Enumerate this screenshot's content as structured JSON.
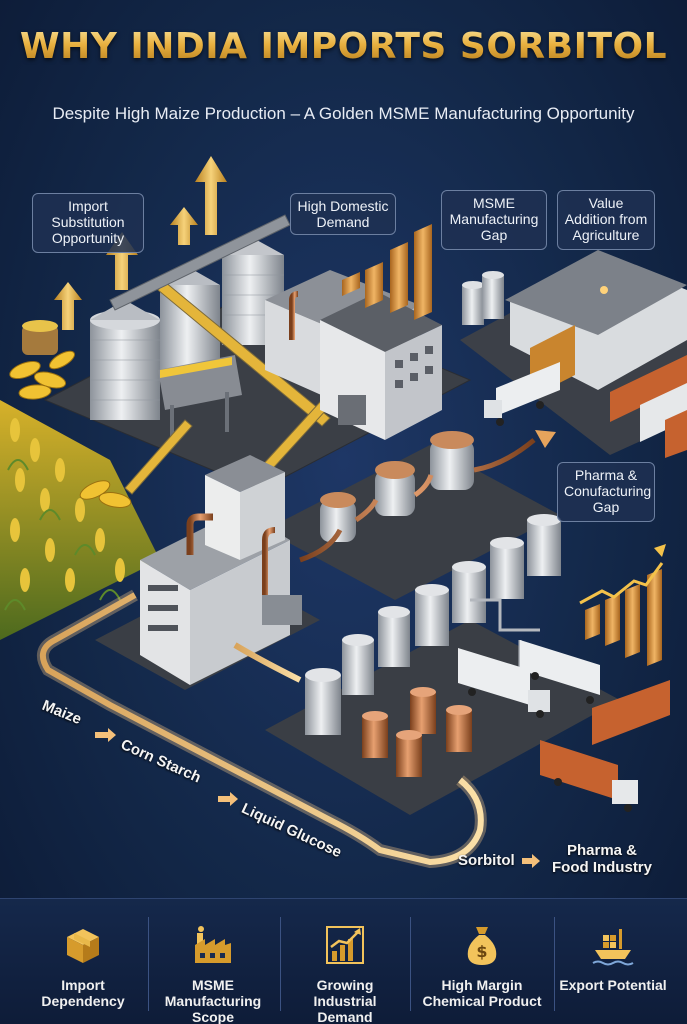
{
  "header": {
    "title": "WHY INDIA IMPORTS SORBITOL",
    "subtitle": "Despite High Maize Production – A Golden MSME Manufacturing Opportunity"
  },
  "callouts": {
    "import_substitution": "Import Substitution Opportunity",
    "domestic_demand": "High Domestic Demand",
    "msme_gap": "MSME Manufacturing Gap",
    "value_addition": "Value Addition from Agriculture",
    "pharma_gap": "Pharma & Conufacturing Gap"
  },
  "process_flow": {
    "step1": "Maize",
    "step2": "Corn Starch",
    "step3": "Liquid Glucose",
    "step4": "Sorbitol",
    "end": "Pharma & Food Industry",
    "arrow": "→"
  },
  "bottom_features": [
    {
      "label": "Import Dependency",
      "icon": "box-icon"
    },
    {
      "label": "MSME Manufacturing Scope",
      "icon": "factory-icon"
    },
    {
      "label": "Growing Industrial Demand",
      "icon": "growth-chart-icon"
    },
    {
      "label": "High Margin Chemical Product",
      "icon": "money-bag-icon"
    },
    {
      "label": "Export Potential",
      "icon": "ship-icon"
    }
  ],
  "colors": {
    "background": "#132849",
    "gold": "#e8b040",
    "copper": "#c8743a",
    "steel": "#c9cdd3"
  }
}
